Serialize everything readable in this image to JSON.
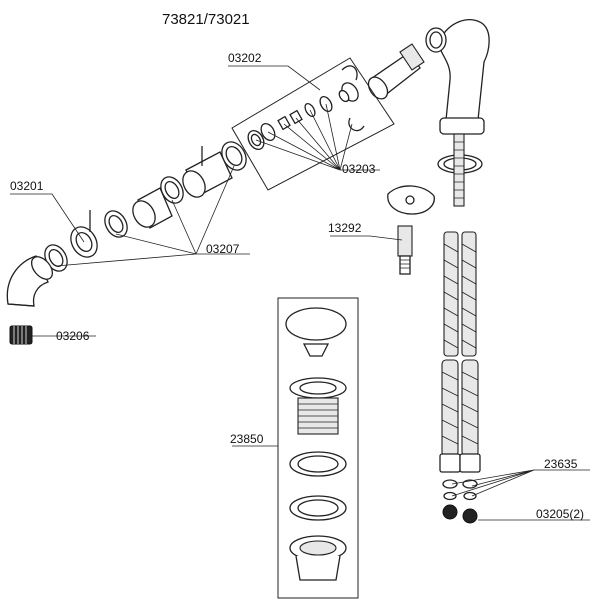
{
  "diagram": {
    "title": "73821/73021",
    "parts": [
      {
        "id": "spout-assembly",
        "label": "03202"
      },
      {
        "id": "cartridge-seals",
        "label": "03203"
      },
      {
        "id": "handle-body",
        "label": "03201"
      },
      {
        "id": "rings",
        "label": "03207"
      },
      {
        "id": "aerator",
        "label": "03206"
      },
      {
        "id": "fixing-kit",
        "label": "13292"
      },
      {
        "id": "waste",
        "label": "23850"
      },
      {
        "id": "hoses",
        "label": "23635"
      },
      {
        "id": "washers",
        "label": "03205(2)"
      }
    ]
  }
}
